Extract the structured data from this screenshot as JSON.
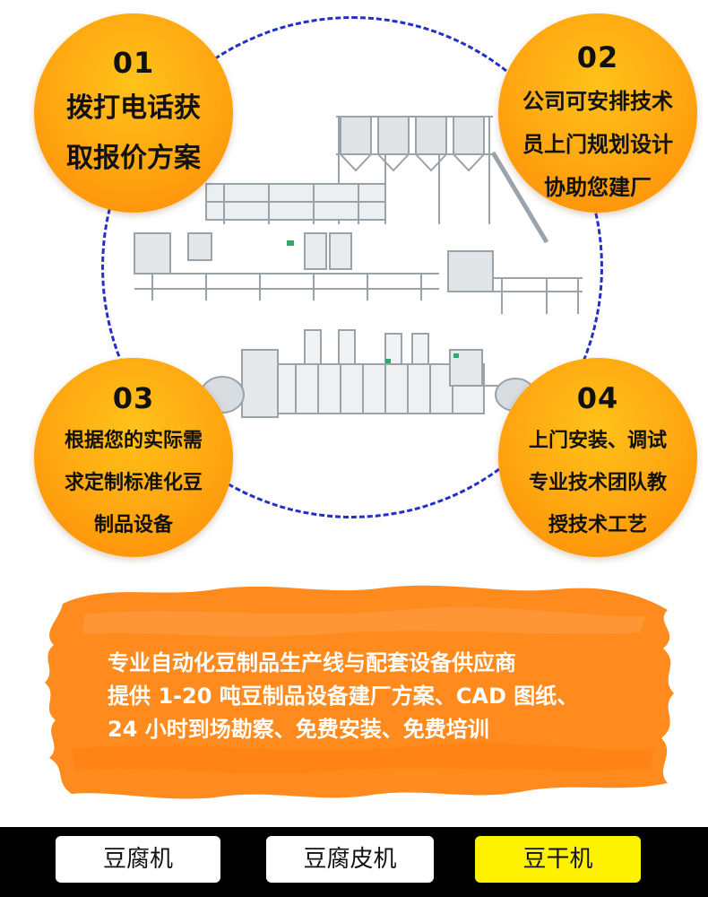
{
  "steps": [
    {
      "num": "01",
      "lines": [
        "拨打电话获",
        "取报价方案"
      ]
    },
    {
      "num": "02",
      "lines": [
        "公司可安排技术",
        "员上门规划设计",
        "协助您建厂"
      ]
    },
    {
      "num": "03",
      "lines": [
        "根据您的实际需",
        "求定制标准化豆",
        "制品设备"
      ]
    },
    {
      "num": "04",
      "lines": [
        "上门安装、调试",
        "专业技术团队教",
        "授技术工艺"
      ]
    }
  ],
  "promo": {
    "lines": [
      "专业自动化豆制品生产线与配套设备供应商",
      "提供 1-20 吨豆制品设备建厂方案、CAD 图纸、",
      "24 小时到场勘察、免费安装、免费培训"
    ]
  },
  "tabs": [
    {
      "label": "豆腐机",
      "active": false
    },
    {
      "label": "豆腐皮机",
      "active": false
    },
    {
      "label": "豆干机",
      "active": true
    }
  ],
  "colors": {
    "ring": "#2230c8",
    "step_circle": "#ffa510",
    "brush": "#ff8a1e",
    "tabbar": "#000000",
    "tab_active": "#fff200",
    "tab_inactive": "#ffffff"
  },
  "icons": [
    "production-line-image"
  ]
}
